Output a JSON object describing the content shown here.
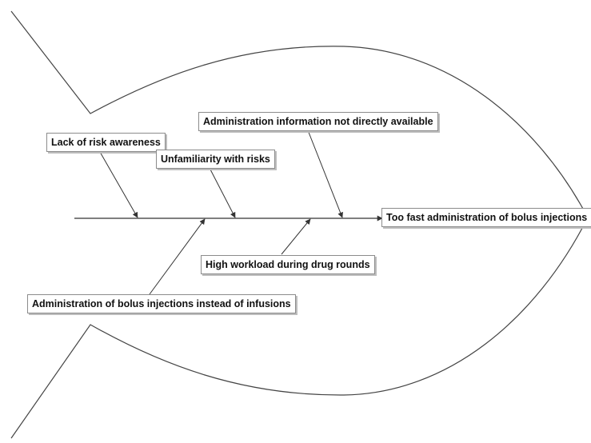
{
  "diagram": {
    "type": "fishbone",
    "effect": "Too fast administration of bolus injections",
    "causes_above": [
      "Lack of risk awareness",
      "Unfamiliarity with risks",
      "Administration information not directly available"
    ],
    "causes_below": [
      "High workload during drug rounds",
      "Administration of bolus injections instead of infusions"
    ],
    "colors": {
      "line": "#333333",
      "outline": "#444444",
      "box_border": "#8c8c8c",
      "box_shadow": "#bdbdbd"
    }
  }
}
